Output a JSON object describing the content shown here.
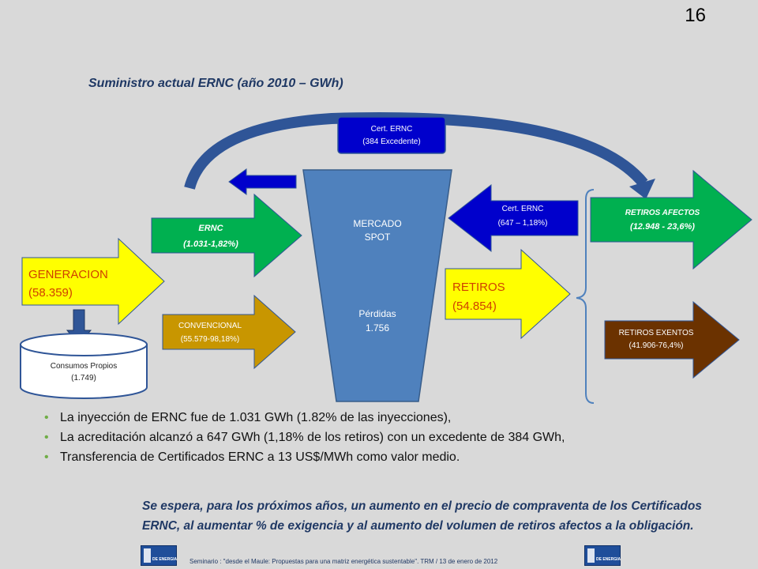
{
  "slide_number": "16",
  "title": "Suministro actual ERNC (año 2010 – GWh)",
  "diagram": {
    "generacion": {
      "label": "GENERACION",
      "value": "(58.359)"
    },
    "consumos": {
      "label": "Consumos Propios",
      "value": "(1.749)"
    },
    "ernc": {
      "label": "ERNC",
      "value": "(1.031-1,82%)"
    },
    "convencional": {
      "label": "CONVENCIONAL",
      "value": "(55.579-98,18%)"
    },
    "mercado": {
      "line1": "MERCADO",
      "line2": "SPOT",
      "perdidas_label": "Pérdidas",
      "perdidas_value": "1.756"
    },
    "cert_top": {
      "label": "Cert. ERNC",
      "value": "(384 Excedente)"
    },
    "cert_mid": {
      "label": "Cert. ERNC",
      "value": "(647 – 1,18%)"
    },
    "retiros": {
      "label": "RETIROS",
      "value": "(54.854)"
    },
    "retiros_afectos": {
      "label": "RETIROS AFECTOS",
      "value": "(12.948 - 23,6%)"
    },
    "retiros_exentos": {
      "label": "RETIROS EXENTOS",
      "value": "(41.906-76,4%)"
    }
  },
  "bullets": [
    "La inyección de ERNC fue de 1.031 GWh (1.82% de las inyecciones),",
    "La acreditación alcanzó a 647 GWh (1,18% de los retiros) con un excedente de 384 GWh,",
    "Transferencia de Certificados ERNC a 13 US$/MWh como valor medio."
  ],
  "conclusion": {
    "line1": "Se espera, para los próximos años, un aumento en el precio de compraventa de los Certificados",
    "line2": "ERNC, al aumentar % de exigencia y al aumento del volumen de retiros afectos a la obligación."
  },
  "footer": {
    "text": "Seminario : \"desde el Maule: Propuestas para una matriz energética sustentable\". TRM / 13 de enero de 2012",
    "logo_text": "DE ENERGIA"
  },
  "colors": {
    "yellow": "#ffff00",
    "green": "#00b050",
    "gold": "#c89600",
    "brown": "#6b3200",
    "dark_blue": "#0000cc",
    "market_blue": "#4f81bd",
    "curve_blue": "#2f5597"
  }
}
